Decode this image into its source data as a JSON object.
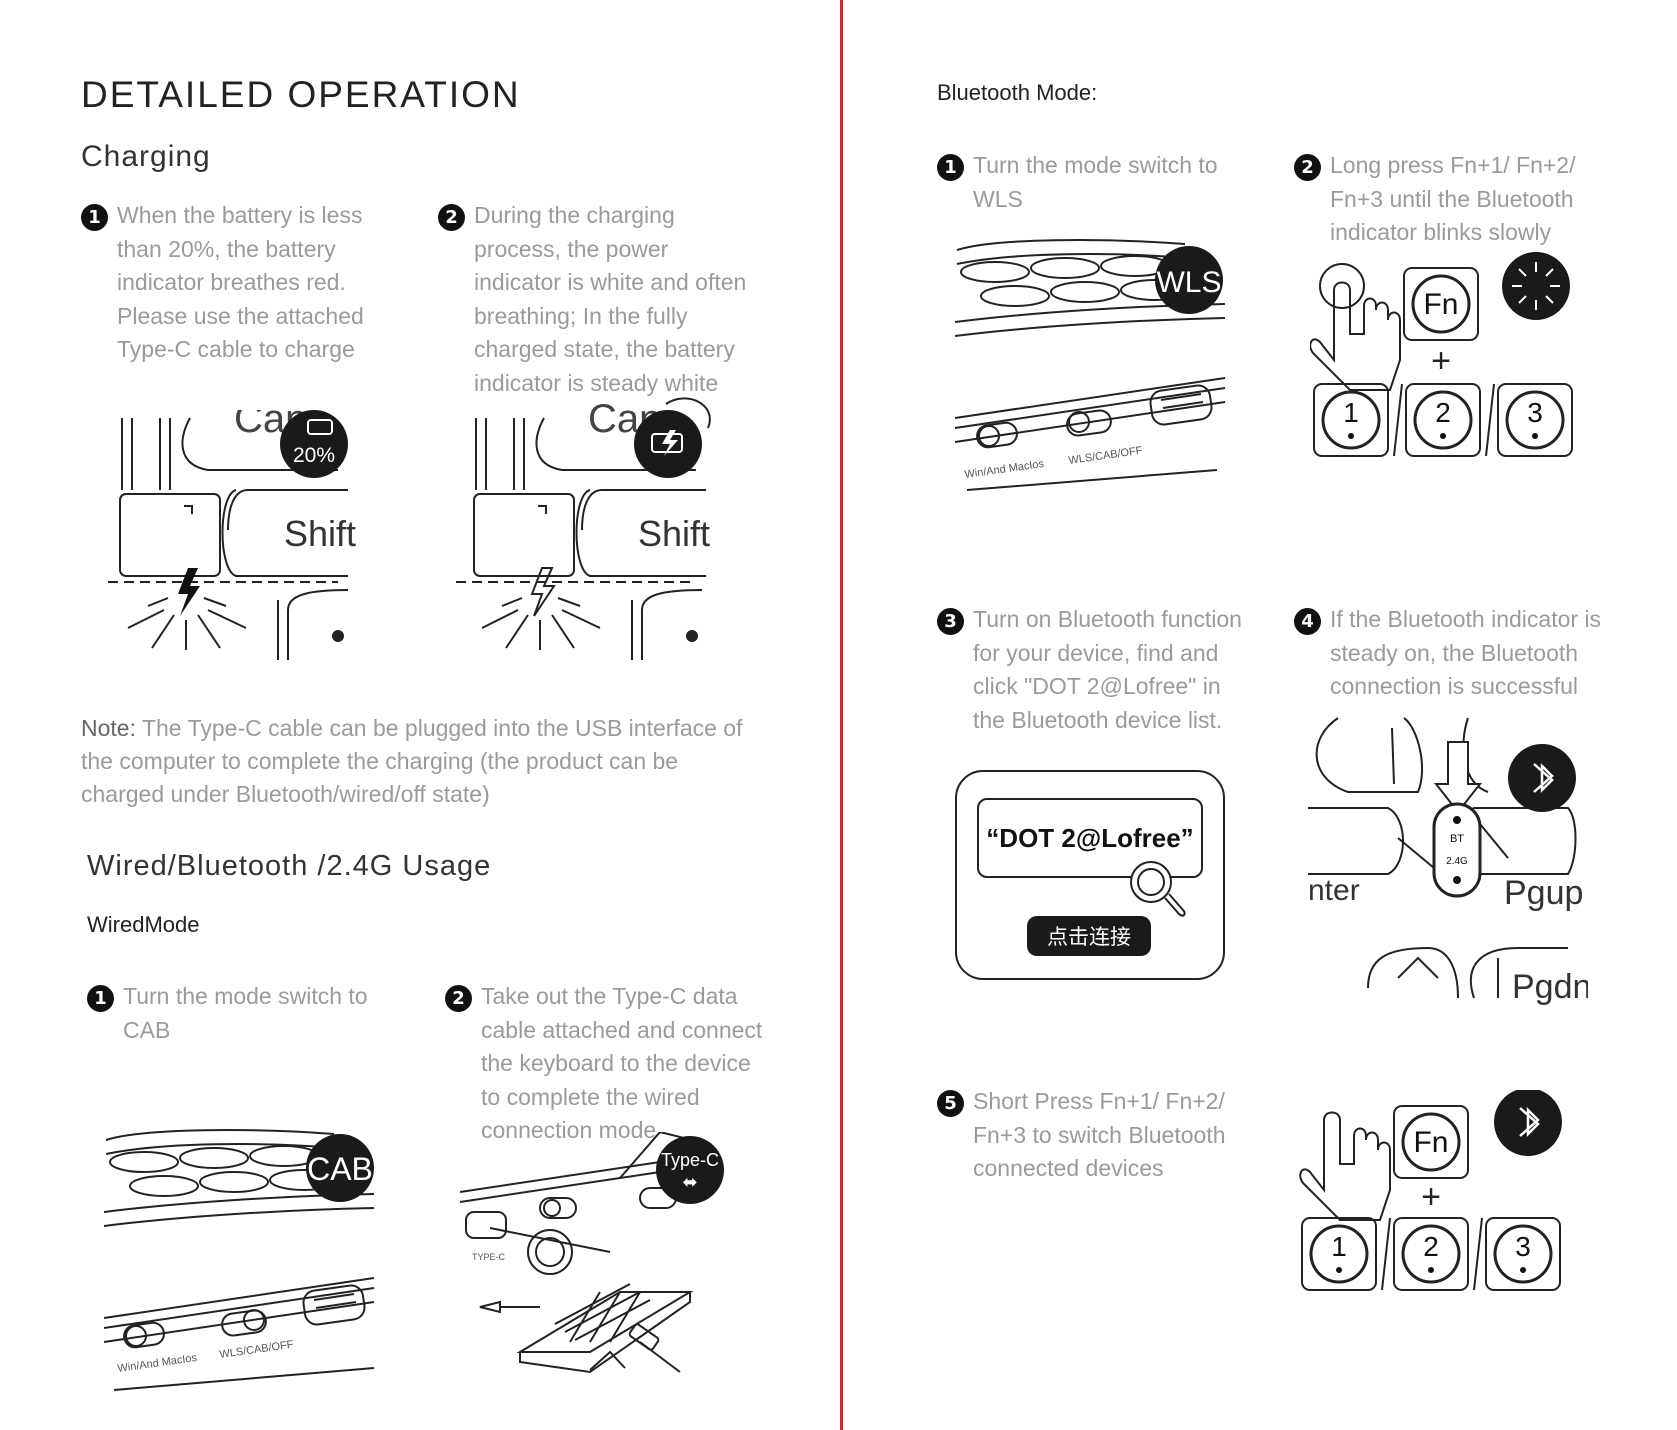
{
  "left": {
    "title": "DETAILED OPERATION",
    "charging": {
      "heading": "Charging",
      "step1": {
        "num": "1",
        "text": "When the battery is less than 20%, the battery indicator breathes red. Please use the attached Type-C cable to charge"
      },
      "step2": {
        "num": "2",
        "text": "During the charging process, the power indicator is white and often breathing; In the fully charged state, the battery indicator is steady white"
      },
      "illus1": {
        "badge": "20%",
        "key_cap": "Cap",
        "key_shift": "Shift"
      },
      "illus2": {
        "key_cap": "Cap",
        "key_shift": "Shift"
      }
    },
    "note": {
      "label": "Note:",
      "text": "The Type-C cable can be plugged into the USB interface of the computer to complete the charging (the product can be charged under Bluetooth/wired/off state)"
    },
    "usage_heading": "Wired/Bluetooth /2.4G Usage",
    "wired": {
      "heading": "WiredMode",
      "step1": {
        "num": "1",
        "text": "Turn the mode switch to CAB"
      },
      "step2": {
        "num": "2",
        "text": "Take out the Type-C data cable attached and connect the keyboard to the device to complete the wired connection mode"
      },
      "switch_badge": "CAB",
      "switch_labels": {
        "os": "Win/And  MacIos",
        "mode": "WLS/CAB/OFF"
      },
      "cable_badge": "Type-C",
      "port_label": "TYPE-C"
    }
  },
  "right": {
    "bluetooth": {
      "heading": "Bluetooth Mode:",
      "step1": {
        "num": "1",
        "text": "Turn the mode switch to WLS"
      },
      "step2": {
        "num": "2",
        "text": "Long press Fn+1/ Fn+2/ Fn+3 until the Bluetooth indicator blinks slowly"
      },
      "step3": {
        "num": "3",
        "text": "Turn on Bluetooth function for your device, find and click \"DOT 2@Lofree\" in the Bluetooth device list."
      },
      "step4": {
        "num": "4",
        "text": "If the Bluetooth indicator is steady on, the Bluetooth connection is successful"
      },
      "step5": {
        "num": "5",
        "text": "Short Press Fn+1/ Fn+2/ Fn+3 to switch Bluetooth connected devices"
      },
      "switch_badge": "WLS",
      "switch_labels": {
        "os": "Win/And  MacIos",
        "mode": "WLS/CAB/OFF"
      },
      "fn_key": "Fn",
      "plus": "+",
      "number_keys": [
        "1",
        "2",
        "3"
      ],
      "device_name": "“DOT 2@Lofree”",
      "connect_button": "点击连接",
      "keys_step4": {
        "enter": "nter",
        "pgup": "Pgup",
        "pgdn": "Pgdn",
        "switch_top": "BT",
        "switch_bottom": "2.4G"
      }
    }
  }
}
